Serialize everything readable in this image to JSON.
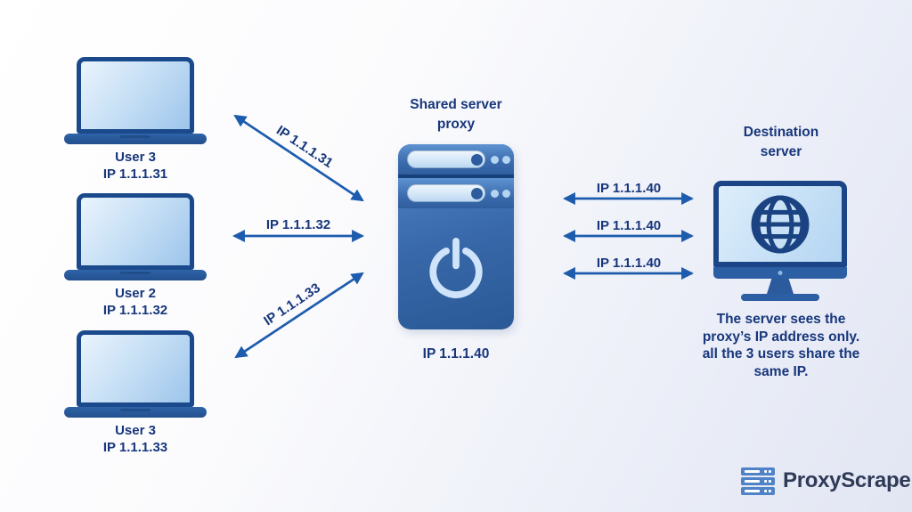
{
  "users": [
    {
      "name": "User 3",
      "ip": "IP 1.1.1.31",
      "connection_label": "IP 1.1.1.31"
    },
    {
      "name": "User 2",
      "ip": "IP 1.1.1.32",
      "connection_label": "IP 1.1.1.32"
    },
    {
      "name": "User 3",
      "ip": "IP 1.1.1.33",
      "connection_label": "IP 1.1.1.33"
    }
  ],
  "proxy": {
    "title_lines": [
      "Shared server",
      "proxy"
    ],
    "ip_label": "IP 1.1.1.40"
  },
  "destination": {
    "title_lines": [
      "Destination",
      "server"
    ],
    "connection_labels": [
      "IP 1.1.1.40",
      "IP 1.1.1.40",
      "IP 1.1.1.40"
    ],
    "caption_lines": [
      "The server sees the",
      "proxy’s IP address only.",
      "all the 3 users share the",
      "same IP."
    ]
  },
  "branding": {
    "name": "ProxyScrape"
  },
  "colors": {
    "text_navy": "#17367b",
    "arrow_blue": "#1d5cad",
    "device_outline_navy": "#1b4a8c",
    "server_blue_top": "#5289c9",
    "server_blue_bottom": "#2a5996",
    "screen_light_blue": "#cfe4f8",
    "background_tint": "#e2e6f3",
    "brand_icon_blue": "#4f82c6",
    "brand_text": "#2f3a57"
  }
}
